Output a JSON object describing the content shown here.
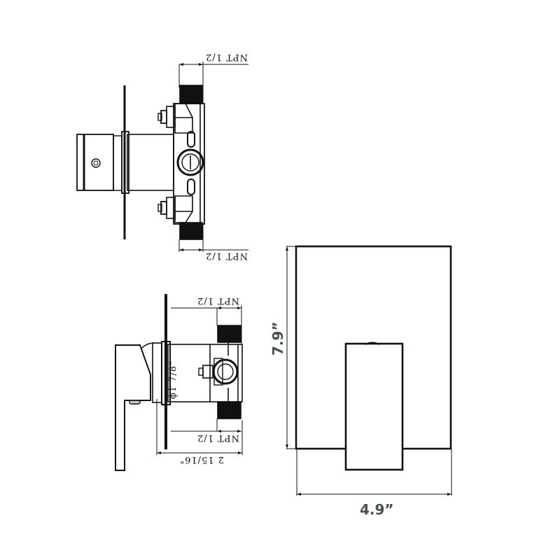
{
  "diagram": {
    "subject": "shower valve with trim plate and lever handle",
    "colors": {
      "line": "#111111",
      "dimension_text": "#111111",
      "overall_dimension_text": "#4a504f",
      "background": "#ffffff"
    },
    "top_view": {
      "label_top": "NPT 1/2",
      "label_bottom": "NPT 1/2"
    },
    "side_view": {
      "label_top": "NPT 1/2",
      "label_bottom": "NPT 1/2",
      "diameter_label": "ϕ1 7/8\"",
      "depth_label": "2 15/16\""
    },
    "front_view": {
      "height_label": "7.9”",
      "width_label": "4.9”"
    }
  }
}
